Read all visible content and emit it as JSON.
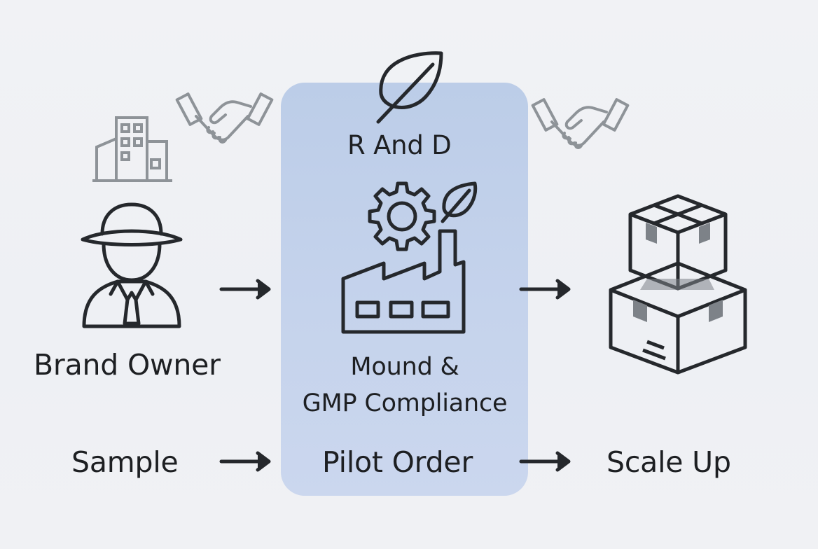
{
  "diagram": {
    "center_box": {
      "title": "R And D",
      "caption_line1": "Mound &",
      "caption_line2": "GMP Compliance",
      "stage_label": "Pilot Order"
    },
    "left": {
      "actor_label": "Brand Owner",
      "stage_label": "Sample"
    },
    "right": {
      "stage_label": "Scale Up"
    },
    "icons": [
      "building-icon",
      "handshake-icon",
      "person-hat-icon",
      "leaf-icon",
      "gear-icon",
      "factory-icon",
      "stacked-boxes-icon",
      "arrow-right-icon"
    ],
    "colors": {
      "background": "#f0f1f4",
      "panel": "#c3d1eb",
      "ink": "#25282c",
      "muted_icon": "#8e9398"
    }
  }
}
